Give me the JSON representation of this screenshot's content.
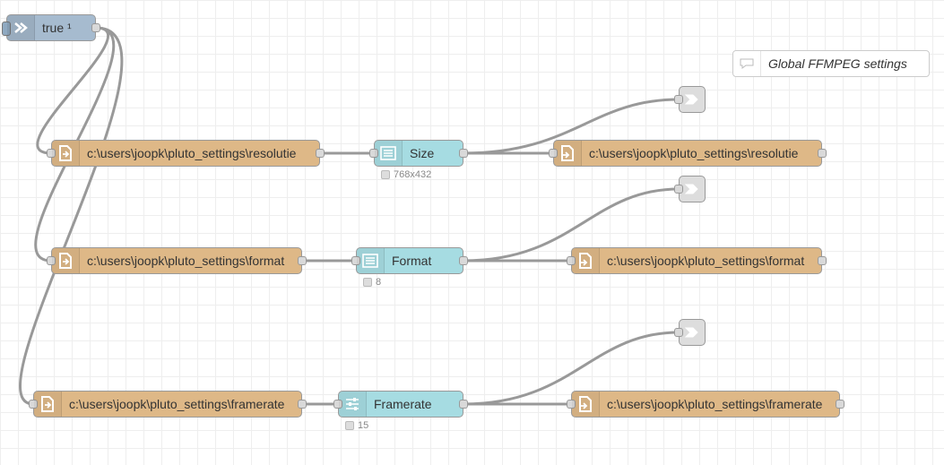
{
  "nodes": {
    "inject": {
      "label": "true ¹",
      "icon": "arrow-in-icon"
    },
    "comment": {
      "label": "Global FFMPEG settings",
      "icon": "speech-bubble-icon"
    },
    "file_in_resolutie": {
      "label": "c:\\users\\joopk\\pluto_settings\\resolutie",
      "icon": "file-in-icon"
    },
    "file_in_format": {
      "label": "c:\\users\\joopk\\pluto_settings\\format",
      "icon": "file-in-icon"
    },
    "file_in_framerate": {
      "label": "c:\\users\\joopk\\pluto_settings\\framerate",
      "icon": "file-in-icon"
    },
    "size": {
      "label": "Size",
      "status": "768x432",
      "icon": "list-icon"
    },
    "format": {
      "label": "Format",
      "status": "8",
      "icon": "list-icon"
    },
    "framerate": {
      "label": "Framerate",
      "status": "15",
      "icon": "sliders-icon"
    },
    "file_out_resolutie": {
      "label": "c:\\users\\joopk\\pluto_settings\\resolutie",
      "icon": "file-out-icon"
    },
    "file_out_format": {
      "label": "c:\\users\\joopk\\pluto_settings\\format",
      "icon": "file-out-icon"
    },
    "file_out_framerate": {
      "label": "c:\\users\\joopk\\pluto_settings\\framerate",
      "icon": "file-out-icon"
    },
    "link_out_icon": "link-out-icon"
  },
  "colors": {
    "file": "#deb887",
    "switch": "#a6dce2",
    "inject": "#a6bbcf",
    "link": "#dddddd",
    "wire": "#999999"
  }
}
